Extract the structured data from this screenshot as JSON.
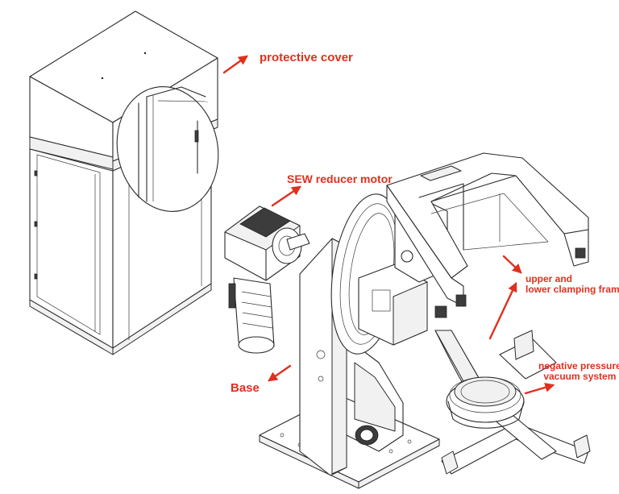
{
  "labels": {
    "protective_cover": "protective cover",
    "sew_reducer_motor": "SEW reducer motor",
    "clamping_frame_line1": "upper and",
    "clamping_frame_line2": "lower clamping frame",
    "vacuum_line1": "negative pressure",
    "vacuum_line2": "vacuum system",
    "base": "Base"
  },
  "colors": {
    "label_red": "#e0301e",
    "line_art": "#2a2a2a",
    "background": "#ffffff"
  }
}
